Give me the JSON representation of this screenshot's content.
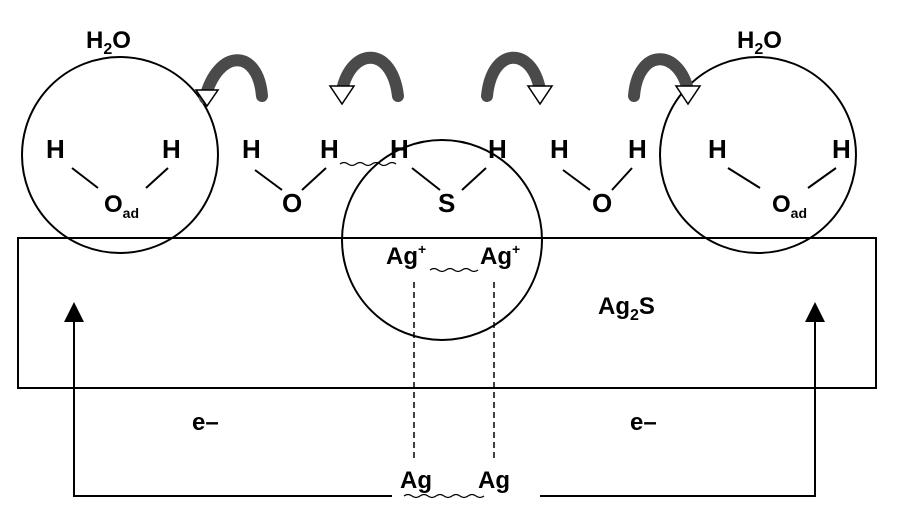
{
  "labels": {
    "h2o_left_main": "H",
    "h2o_left_sub": "2",
    "h2o_left_tail": "O",
    "h2o_right_main": "H",
    "h2o_right_sub": "2",
    "h2o_right_tail": "O",
    "h": "H",
    "o": "O",
    "s": "S",
    "oad_main": "O",
    "oad_sub": "ad",
    "ag_plus_main": "Ag",
    "ag_plus_sup": "+",
    "ag2s_main": "Ag",
    "ag2s_sub": "2",
    "ag2s_tail": "S",
    "electron": "e–",
    "ag": "Ag"
  },
  "colors": {
    "stroke": "#000000",
    "background": "#ffffff",
    "arrow_fill": "#4a4a4a"
  },
  "icons": [
    "curved-arrow-icon",
    "up-arrow-icon"
  ]
}
